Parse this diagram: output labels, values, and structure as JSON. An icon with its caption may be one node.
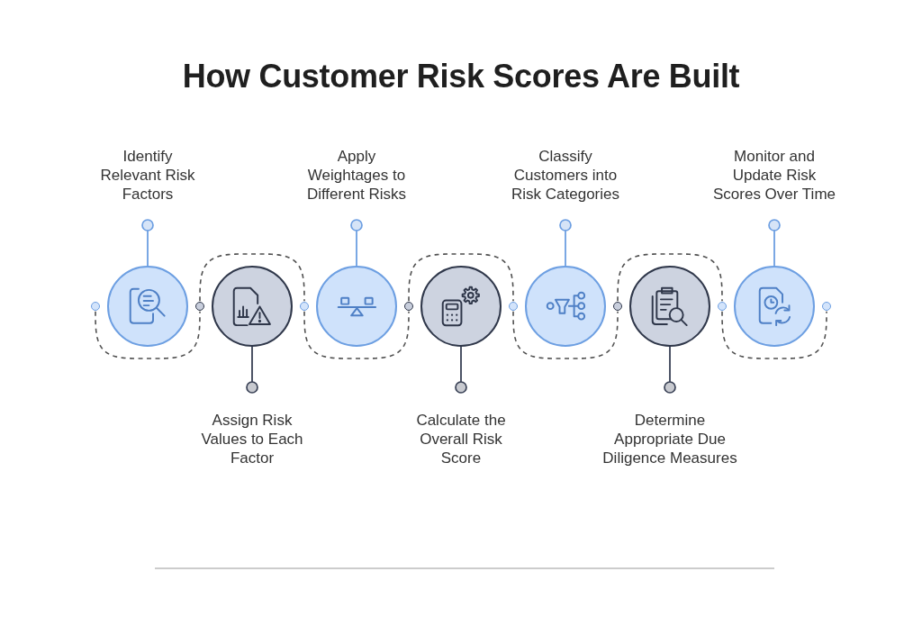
{
  "diagram": {
    "title": "How Customer Risk Scores Are Built",
    "nodes": [
      {
        "text": [],
        "shape": "circle"
      },
      {
        "text": [
          "Identify Relevant Risk Factors"
        ]
      },
      {
        "text": [],
        "shape": "circle"
      },
      {
        "text": [],
        "shape": "circle"
      },
      {
        "text": [
          "Assign Risk Values to Each Factor"
        ]
      },
      {
        "text": [],
        "shape": "circle"
      },
      {
        "text": [],
        "shape": "circle"
      },
      {
        "text": [
          "Apply Weightages to Different Risks"
        ]
      },
      {
        "text": [],
        "shape": "circle"
      },
      {
        "text": [],
        "shape": "circle"
      },
      {
        "text": [
          "Calculate the Overall Risk Score"
        ]
      },
      {
        "text": [],
        "shape": "circle"
      },
      {
        "text": [],
        "shape": "circle"
      },
      {
        "text": [
          "Classify Customers into Risk Categories"
        ]
      },
      {
        "text": [],
        "shape": "circle"
      },
      {
        "text": [],
        "shape": "circle"
      },
      {
        "text": [
          "Determine Appropriate Due Diligence Measures"
        ]
      },
      {
        "text": [],
        "shape": "circle"
      },
      {
        "text": [],
        "shape": "circle"
      },
      {
        "text": [
          "Monitor and Update Risk Scores Over Time"
        ]
      },
      {
        "text": [],
        "shape": "circle"
      },
      {
        "text": [],
        "shape": "circle"
      }
    ],
    "edges": [
      {
        "from": 0,
        "to": 3,
        "arrow": "none",
        "style": "dashed"
      },
      {
        "from": 1,
        "to": 2,
        "arrow": "other",
        "color": "#6d9fe2"
      },
      {
        "from": 3,
        "to": 6,
        "arrow": "none",
        "style": "dashed"
      },
      {
        "from": 4,
        "to": 5,
        "arrow": "other",
        "color": "#3a4256"
      },
      {
        "from": 6,
        "to": 9,
        "arrow": "none",
        "style": "dashed"
      },
      {
        "from": 7,
        "to": 8,
        "arrow": "other",
        "color": "#6d9fe2"
      },
      {
        "from": 9,
        "to": 12,
        "arrow": "none",
        "style": "dashed"
      },
      {
        "from": 10,
        "to": 11,
        "arrow": "other",
        "color": "#3a4256"
      },
      {
        "from": 12,
        "to": 15,
        "arrow": "none",
        "style": "dashed"
      },
      {
        "from": 13,
        "to": 14,
        "arrow": "other",
        "color": "#6d9fe2"
      },
      {
        "from": 15,
        "to": 18,
        "arrow": "none",
        "style": "dashed"
      },
      {
        "from": 16,
        "to": 17,
        "arrow": "other",
        "color": "#3a4256"
      },
      {
        "from": 18,
        "to": 21,
        "arrow": "none",
        "style": "dashed"
      },
      {
        "from": 19,
        "to": 20,
        "arrow": "other",
        "color": "#6d9fe2"
      }
    ]
  }
}
